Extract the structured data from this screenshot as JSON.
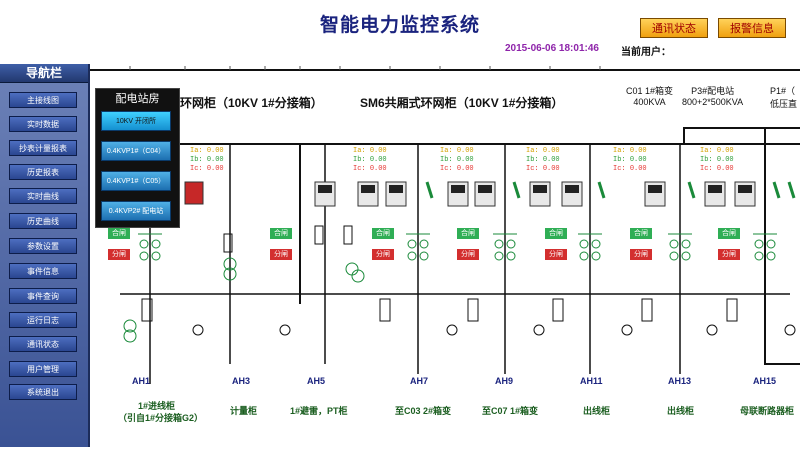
{
  "header": {
    "title": "智能电力监控系统",
    "datetime": "2015-06-06 18:01:46",
    "current_user_label": "当前用户：",
    "comm_status_btn": "通讯状态",
    "alarm_info_btn": "报警信息"
  },
  "sidebar": {
    "title": "导航栏",
    "items": [
      "主接线图",
      "实时数据",
      "抄表计量报表",
      "历史报表",
      "实时曲线",
      "历史曲线",
      "参数设置",
      "事件信息",
      "事件查询",
      "运行日志",
      "通讯状态",
      "用户管理",
      "系统退出"
    ]
  },
  "popup": {
    "title": "配电站房",
    "buttons": [
      "10KV 开闭所",
      "0.4KVP1#（C04）",
      "0.4KVP1#（C05）",
      "0.4KVP2# 配电站"
    ]
  },
  "diagram": {
    "panel_title_left": "环网柜（10KV 1#分接箱）",
    "panel_title_main": "SM6共厢式环网柜（10KV 1#分接箱）",
    "right_labels": [
      {
        "line1": "C01 1#箱变",
        "line2": "400KVA"
      },
      {
        "line1": "P3#配电站",
        "line2": "800+2*500KVA"
      },
      {
        "line1": "P1#（",
        "line2": "低压直"
      }
    ],
    "meter_label_a": "Ia:",
    "meter_label_b": "Ib:",
    "meter_label_c": "Ic:",
    "meter_value": "0.00",
    "btn_close": "合闸",
    "btn_open": "分闸",
    "cabinets": [
      {
        "id": "AH1",
        "desc": "1#进线柜",
        "desc2": "（引自1#分接箱G2）"
      },
      {
        "id": "AH3",
        "desc": "计量柜"
      },
      {
        "id": "AH5",
        "desc": "1#避雷，PT柜"
      },
      {
        "id": "AH7",
        "desc": "至C03 2#箱变"
      },
      {
        "id": "AH9",
        "desc": "至C07 1#箱变"
      },
      {
        "id": "AH11",
        "desc": "出线柜"
      },
      {
        "id": "AH13",
        "desc": "出线柜"
      },
      {
        "id": "AH15",
        "desc": "母联断路器柜"
      }
    ],
    "colors": {
      "line": "#111111",
      "switch": "#1a8a3a",
      "meter_a": "#d4a000",
      "meter_b": "#2e9d3a",
      "meter_c": "#e53935"
    }
  }
}
